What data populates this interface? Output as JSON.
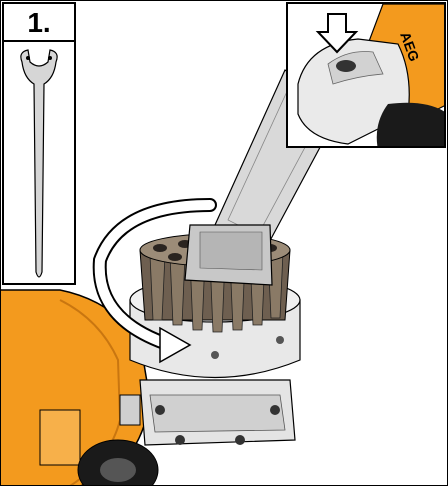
{
  "step": {
    "number_label": "1."
  },
  "brand": {
    "logo_text": "AEG"
  },
  "colors": {
    "tool_orange": "#f39a1e",
    "tool_dark": "#1a1a1a",
    "steel_light": "#e4e4e4",
    "steel_mid": "#bdbdbd",
    "collet_bronze": "#7a6a58",
    "outline": "#000000"
  },
  "icons": {
    "rotation": "curved-arrow-counterclockwise",
    "press": "down-arrow"
  }
}
